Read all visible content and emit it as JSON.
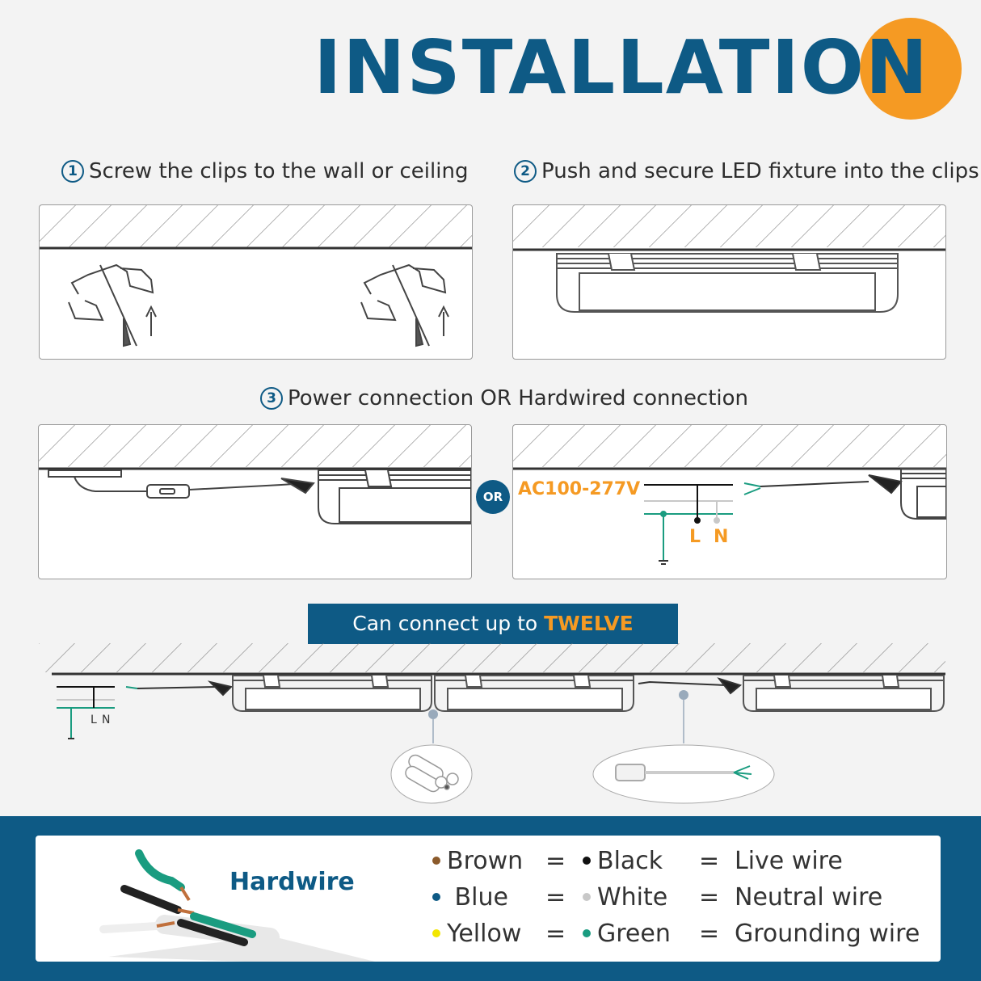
{
  "header": {
    "title": "INSTALLATION",
    "accent_color": "#f59a23",
    "brand_color": "#0e5a85"
  },
  "steps": [
    {
      "num": "1",
      "text": "Screw the clips to the wall or ceiling"
    },
    {
      "num": "2",
      "text": "Push and secure LED fixture into the clips"
    },
    {
      "num": "3",
      "text": "Power connection OR Hardwired connection"
    }
  ],
  "or_label": "OR",
  "hardwired": {
    "voltage": "AC100-277V",
    "live_label": "L",
    "neutral_label": "N"
  },
  "chain": {
    "banner_prefix": "Can connect up to ",
    "banner_highlight": "TWELVE",
    "live_label": "L",
    "neutral_label": "N"
  },
  "legend": {
    "title": "Hardwire",
    "eq": "=",
    "rows": [
      {
        "color_a": "Brown",
        "dot_a": "#8b5a2b",
        "color_b": "Black",
        "dot_b": "#111111",
        "meaning": "Live wire"
      },
      {
        "color_a": "Blue",
        "dot_a": "#0e5a85",
        "color_b": "White",
        "dot_b": "#c8c8c8",
        "meaning": "Neutral wire"
      },
      {
        "color_a": "Yellow",
        "dot_a": "#f2e600",
        "color_b": "Green",
        "dot_b": "#1a9c80",
        "meaning": "Grounding wire"
      }
    ]
  }
}
